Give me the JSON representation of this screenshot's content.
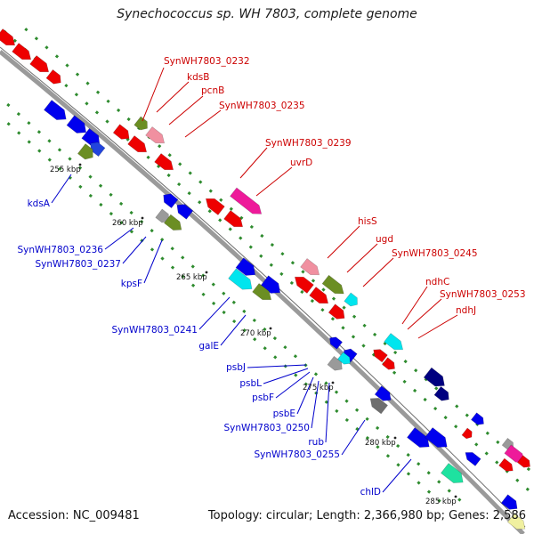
{
  "title": "Synechococcus sp. WH 7803, complete genome",
  "footer": {
    "accession": "Accession: NC_009481",
    "topology": "Topology: circular; Length: 2,366,980 bp; Genes: 2,586"
  },
  "colors": {
    "upper_label": "#cc0000",
    "lower_label": "#0000cc",
    "backbone": "#8a8a8a",
    "dots": "#2e8b2e"
  },
  "ticks": [
    "255 kbp",
    "260 kbp",
    "265 kbp",
    "270 kbp",
    "275 kbp",
    "280 kbp",
    "285 kbp"
  ],
  "upper_labels": [
    "SynWH7803_0232",
    "kdsB",
    "pcnB",
    "SynWH7803_0235",
    "SynWH7803_0239",
    "uvrD",
    "hisS",
    "ugd",
    "SynWH7803_0245",
    "ndhC",
    "SynWH7803_0253",
    "ndhJ"
  ],
  "lower_labels": [
    "kdsA",
    "SynWH7803_0236",
    "SynWH7803_0237",
    "kpsF",
    "SynWH7803_0241",
    "galE",
    "psbJ",
    "psbL",
    "psbF",
    "psbE",
    "SynWH7803_0250",
    "rub",
    "SynWH7803_0255",
    "chlD"
  ]
}
